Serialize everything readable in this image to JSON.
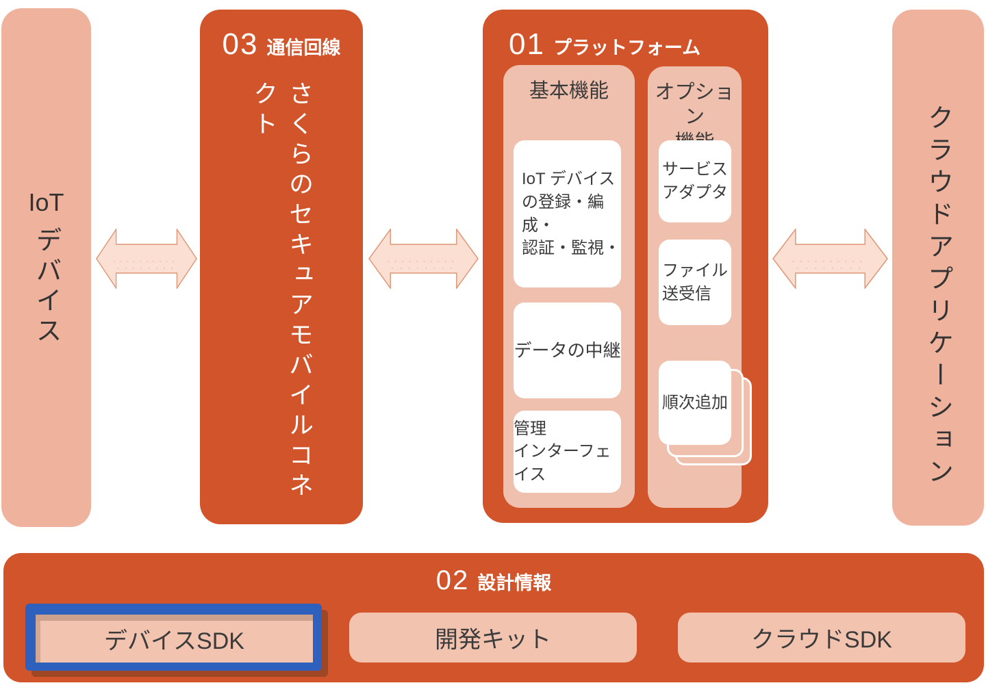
{
  "colors": {
    "orange": "#D2542A",
    "salmon": "#EFB29C",
    "panel_pink": "#EFC0AD",
    "card_white": "#FFFFFF",
    "arrow_fill": "#FBDFD3",
    "arrow_stroke": "#DE9574",
    "highlight_blue": "#2E61BE",
    "text_dark": "#3B3B3B",
    "text_white": "#FFFFFF"
  },
  "left_box": {
    "title_latin": "IoT",
    "title_jp": "デバイス"
  },
  "line_box": {
    "number": "03",
    "title": "通信回線",
    "body": "さくらのセキュアモバイルコネクト"
  },
  "platform_box": {
    "number": "01",
    "title": "プラットフォーム",
    "basic_column": {
      "header": "基本機能",
      "cards": [
        {
          "text": "IoT デバイス\nの登録・編成・\n認証・監視・"
        },
        {
          "text": "データの中継"
        },
        {
          "text": "管理\nインターフェイス"
        }
      ]
    },
    "option_column": {
      "header": "オプション\n機能",
      "cards": [
        {
          "text": "サービス\nアダプタ"
        },
        {
          "text": "ファイル\n送受信"
        },
        {
          "text": "順次追加"
        }
      ]
    }
  },
  "cloud_box": {
    "title": "クラウドアプリケーション"
  },
  "design_box": {
    "number": "02",
    "title": "設計情報",
    "buttons": [
      {
        "label": "デバイスSDK",
        "highlighted": true
      },
      {
        "label": "開発キット",
        "highlighted": false
      },
      {
        "label": "クラウドSDK",
        "highlighted": false
      }
    ]
  }
}
